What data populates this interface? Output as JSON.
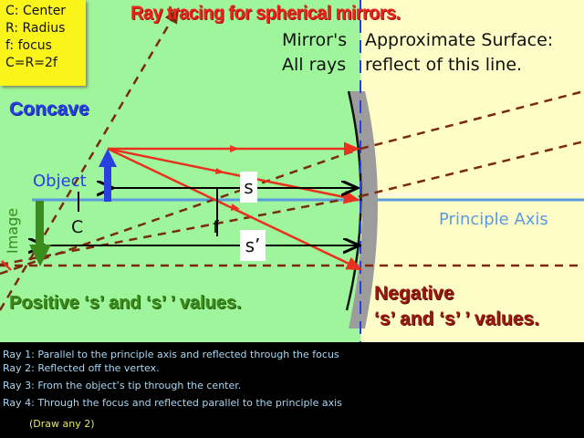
{
  "title": "Ray tracing for spherical mirrors.",
  "legend": {
    "lines": [
      "C: Center",
      "R: Radius",
      "f: focus",
      "C=R=2f"
    ]
  },
  "mirror_note": {
    "left_line1": "Mirror's",
    "left_line2": "All rays",
    "right_line1": "Approximate Surface:",
    "right_line2": "reflect of this line."
  },
  "mirror_type": "Concave",
  "labels": {
    "object": "Object",
    "image": "Image",
    "center": "C",
    "focus": "f",
    "s": "s",
    "s_prime": "s’",
    "principle_axis": "Principle Axis"
  },
  "regions": {
    "positive": "Positive ‘s’ and ‘s’ ’ values.",
    "negative_line1": "Negative",
    "negative_line2": "‘s’ and ‘s’ ’ values."
  },
  "rays": [
    "Ray 1: Parallel to the principle axis and reflected through the focus",
    "Ray 2: Reflected off the vertex.",
    "Ray 3: From the object’s tip through the center.",
    "Ray 4: Through the focus and reflected parallel to the principle axis"
  ],
  "draw_note": "(Draw any 2)",
  "colors": {
    "left_region": "#9ef59b",
    "right_region": "#fefdc8",
    "ray": "#e8321f",
    "dashed": "#7a2a10",
    "axis": "#5b9be0",
    "object_arrow": "#2a3fe0",
    "image_arrow": "#3a8a1c",
    "mirror": "#999999",
    "title": "#e8251b"
  }
}
